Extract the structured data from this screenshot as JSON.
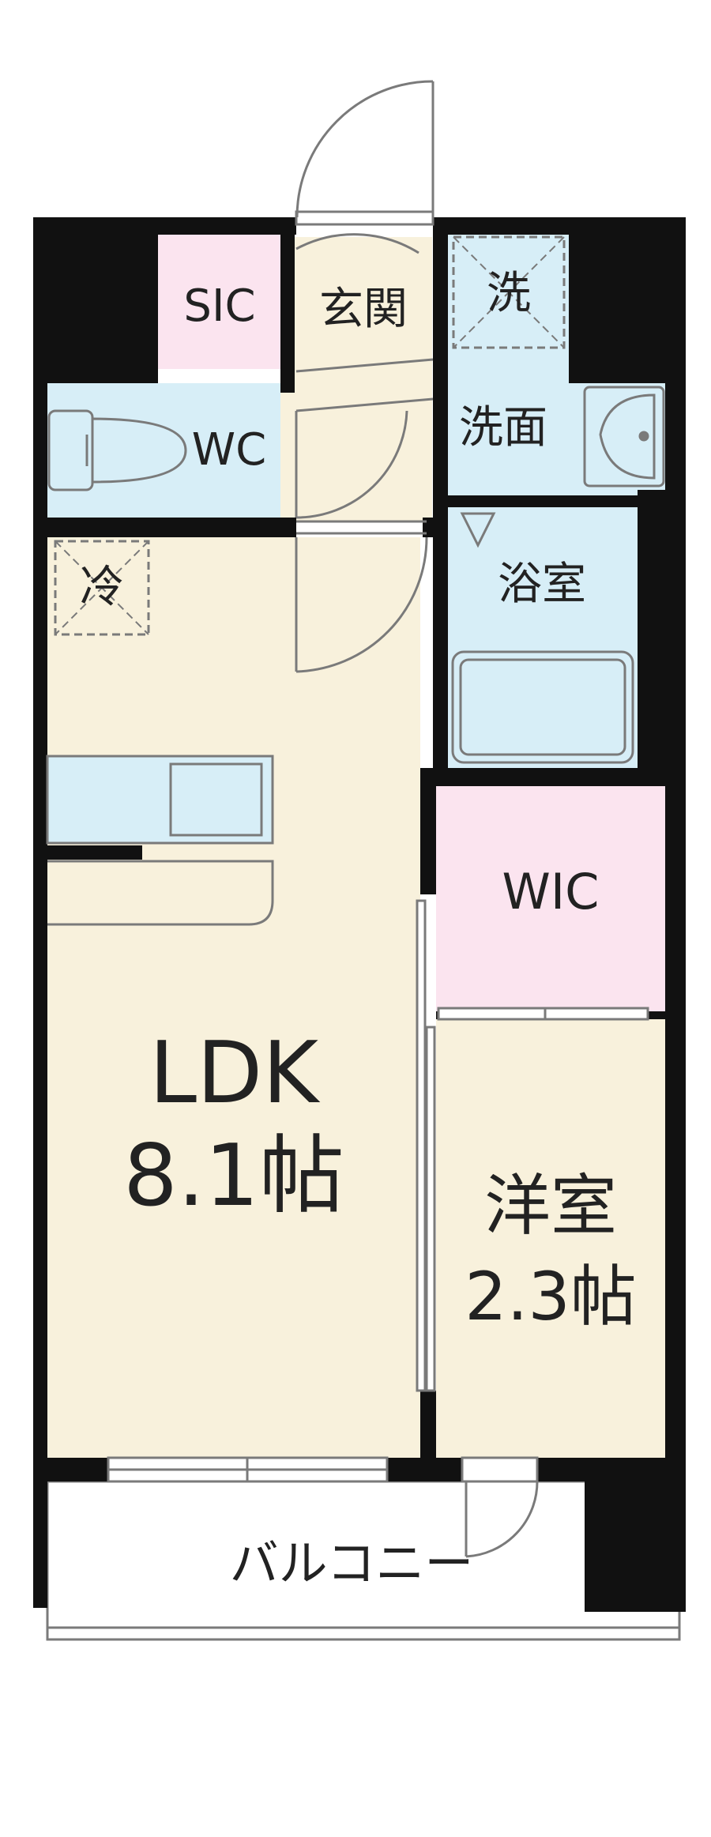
{
  "rooms": {
    "sic": "SIC",
    "genkan": "玄関",
    "sentakuki": "洗",
    "wc": "WC",
    "senmen": "洗面",
    "reizouko": "冷",
    "yokushitsu": "浴室",
    "wic": "WIC",
    "ldk_name": "LDK",
    "ldk_size": "8.1帖",
    "youshitsu_name": "洋室",
    "youshitsu_size": "2.3帖",
    "balcony": "バルコニー"
  },
  "colors": {
    "wall": "#111111",
    "floor": "#f8f1dc",
    "wet": "#d7eef7",
    "storage": "#fbe4ef",
    "balcony": "#ffffff",
    "line": "#7a7a7a"
  }
}
